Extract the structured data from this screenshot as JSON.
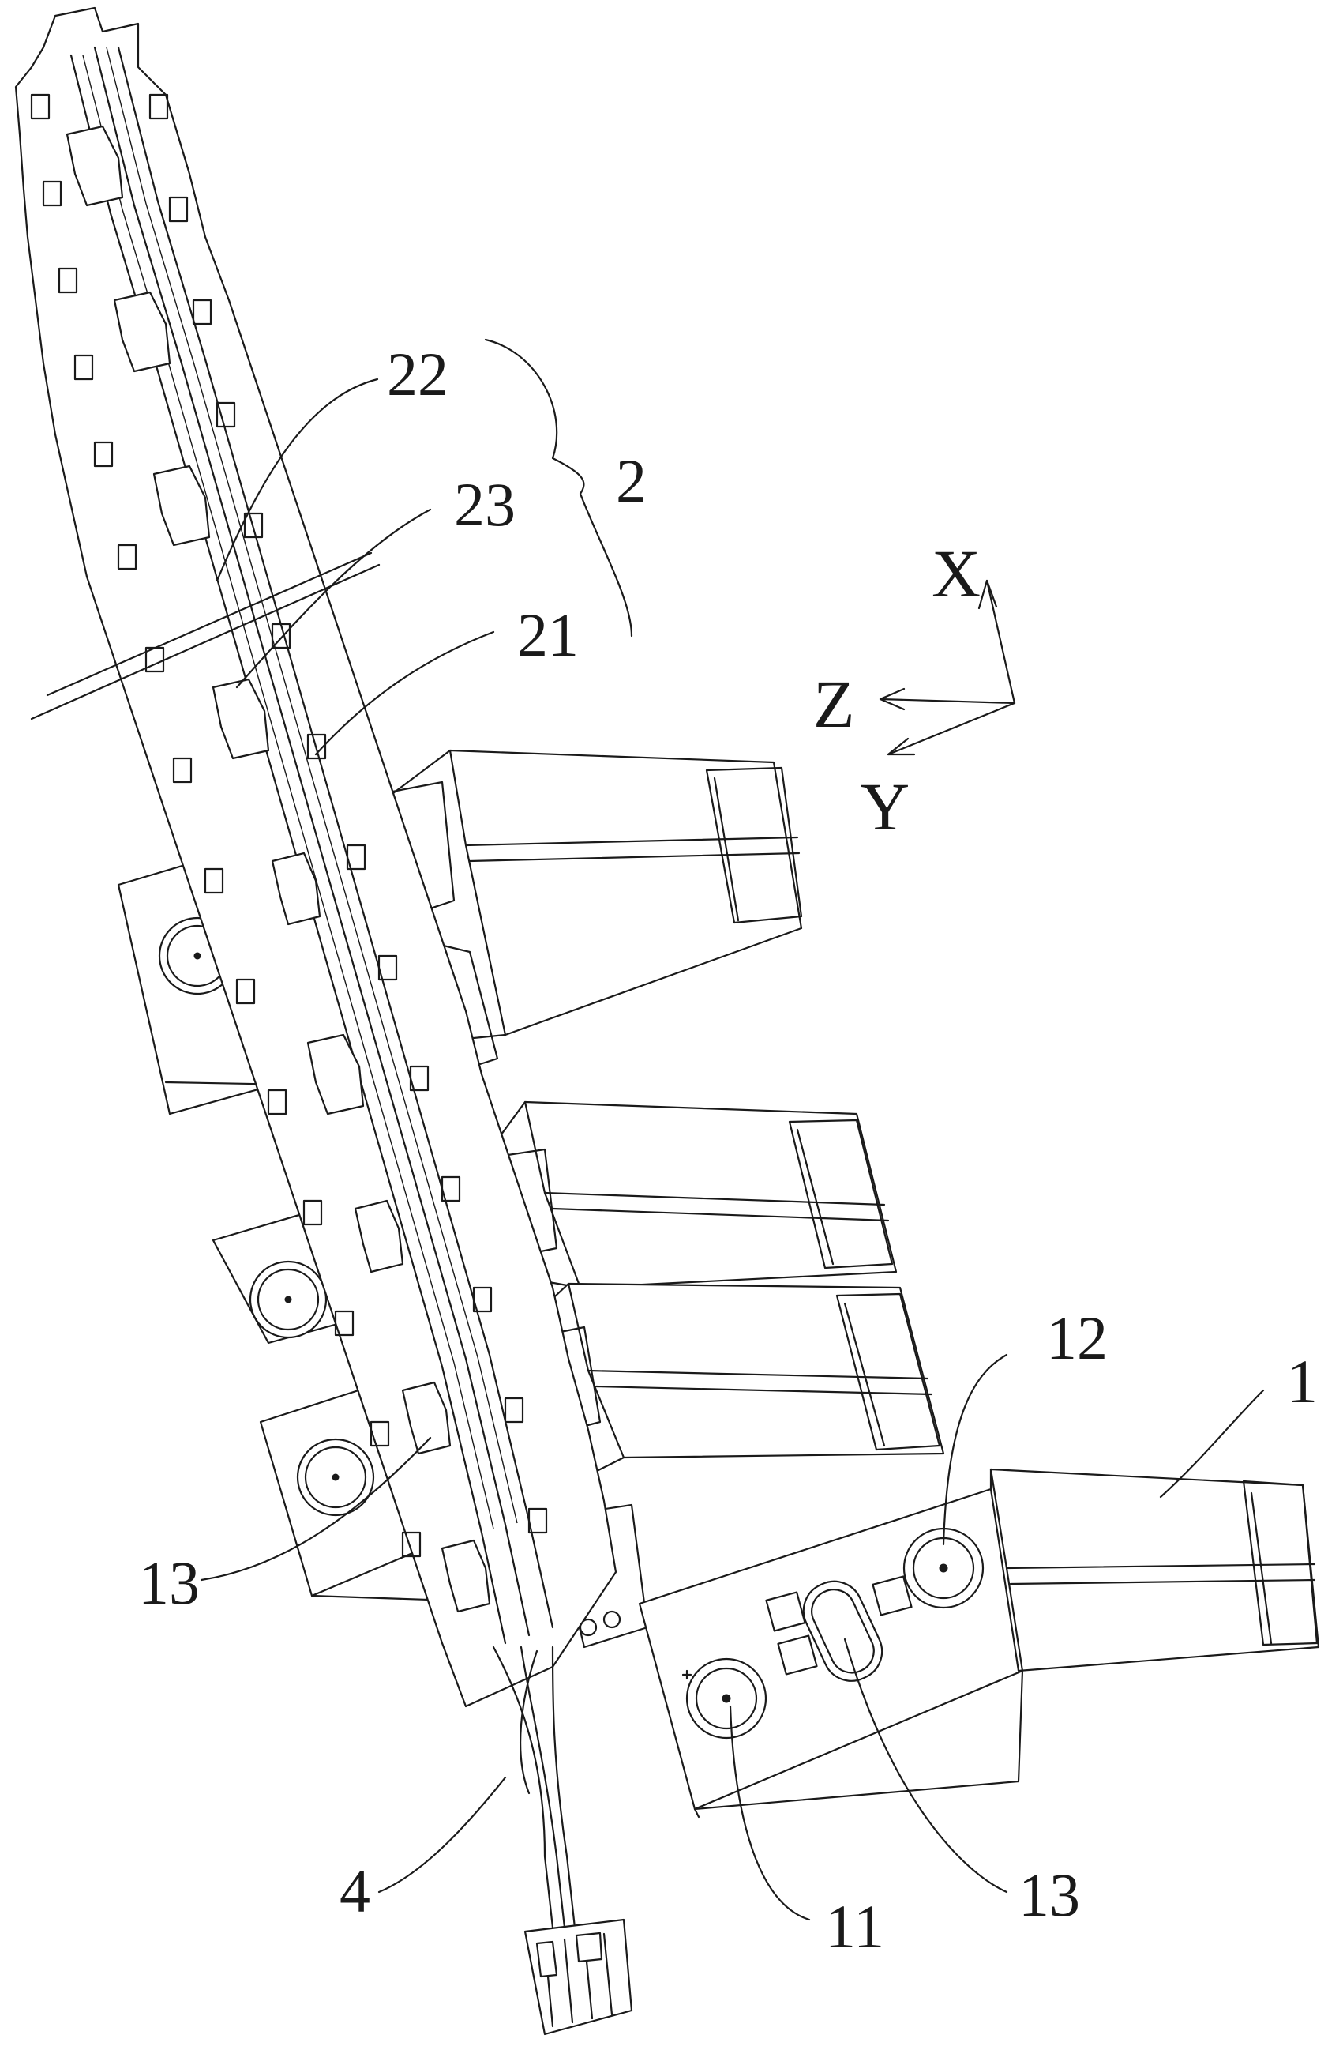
{
  "labels": {
    "l22": "22",
    "l2": "2",
    "l23": "23",
    "l21": "21",
    "l12": "12",
    "l1": "1",
    "l13a": "13",
    "l13b": "13",
    "l4": "4",
    "l11": "11"
  },
  "axes": {
    "x": "X",
    "y": "Y",
    "z": "Z"
  }
}
